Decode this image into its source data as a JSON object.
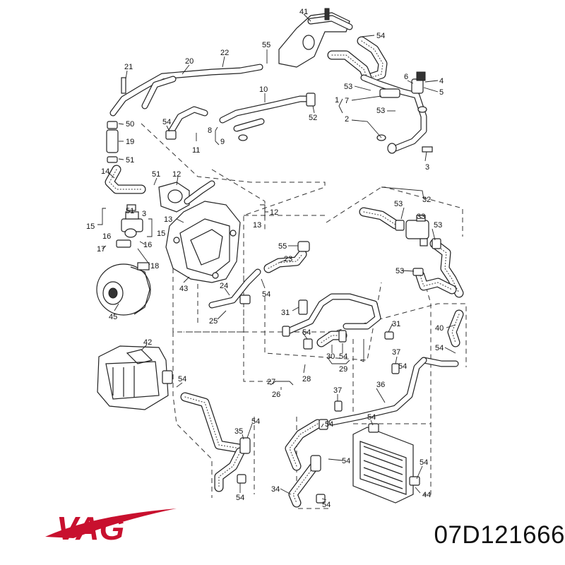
{
  "brand": {
    "name": "VAG",
    "color": "#c8102e"
  },
  "part_number": "07D121666",
  "callouts": [
    {
      "id": "c41",
      "text": "41"
    },
    {
      "id": "c54a",
      "text": "54"
    },
    {
      "id": "c55a",
      "text": "55"
    },
    {
      "id": "c20",
      "text": "20"
    },
    {
      "id": "c22",
      "text": "22"
    },
    {
      "id": "c21",
      "text": "21"
    },
    {
      "id": "c6",
      "text": "6"
    },
    {
      "id": "c4",
      "text": "4"
    },
    {
      "id": "c5",
      "text": "5"
    },
    {
      "id": "c53a",
      "text": "53"
    },
    {
      "id": "c7",
      "text": "7"
    },
    {
      "id": "c1",
      "text": "1"
    },
    {
      "id": "c53b",
      "text": "53"
    },
    {
      "id": "c2",
      "text": "2"
    },
    {
      "id": "c3",
      "text": "3"
    },
    {
      "id": "c10",
      "text": "10"
    },
    {
      "id": "c52",
      "text": "52"
    },
    {
      "id": "c54b",
      "text": "54"
    },
    {
      "id": "c8",
      "text": "8"
    },
    {
      "id": "c9",
      "text": "9"
    },
    {
      "id": "c11",
      "text": "11"
    },
    {
      "id": "c50",
      "text": "50"
    },
    {
      "id": "c19",
      "text": "19"
    },
    {
      "id": "c51a",
      "text": "51"
    },
    {
      "id": "c14",
      "text": "14"
    },
    {
      "id": "c51b",
      "text": "51"
    },
    {
      "id": "c12a",
      "text": "12"
    },
    {
      "id": "c3b",
      "text": "3"
    },
    {
      "id": "c12b",
      "text": "12"
    },
    {
      "id": "c13a",
      "text": "13"
    },
    {
      "id": "c13b",
      "text": "13"
    },
    {
      "id": "c15a",
      "text": "15"
    },
    {
      "id": "c51c",
      "text": "51"
    },
    {
      "id": "c16a",
      "text": "16"
    },
    {
      "id": "c15b",
      "text": "15"
    },
    {
      "id": "c17",
      "text": "17"
    },
    {
      "id": "c16b",
      "text": "16"
    },
    {
      "id": "c18",
      "text": "18"
    },
    {
      "id": "c43",
      "text": "43"
    },
    {
      "id": "c45",
      "text": "45"
    },
    {
      "id": "c55b",
      "text": "55"
    },
    {
      "id": "c23",
      "text": "23"
    },
    {
      "id": "c24",
      "text": "24"
    },
    {
      "id": "c54c",
      "text": "54"
    },
    {
      "id": "c25",
      "text": "25"
    },
    {
      "id": "c32",
      "text": "32"
    },
    {
      "id": "c53c",
      "text": "53"
    },
    {
      "id": "c33",
      "text": "33"
    },
    {
      "id": "c53d",
      "text": "53"
    },
    {
      "id": "c53e",
      "text": "53"
    },
    {
      "id": "c31a",
      "text": "31"
    },
    {
      "id": "c54d",
      "text": "54"
    },
    {
      "id": "c31b",
      "text": "31"
    },
    {
      "id": "c30",
      "text": "30"
    },
    {
      "id": "c54e",
      "text": "54"
    },
    {
      "id": "c29",
      "text": "29"
    },
    {
      "id": "c40",
      "text": "40"
    },
    {
      "id": "c54f",
      "text": "54"
    },
    {
      "id": "c42",
      "text": "42"
    },
    {
      "id": "c27",
      "text": "27"
    },
    {
      "id": "c28",
      "text": "28"
    },
    {
      "id": "c26",
      "text": "26"
    },
    {
      "id": "c37a",
      "text": "37"
    },
    {
      "id": "c54g",
      "text": "54"
    },
    {
      "id": "c36",
      "text": "36"
    },
    {
      "id": "c37b",
      "text": "37"
    },
    {
      "id": "c54h",
      "text": "54"
    },
    {
      "id": "c54i",
      "text": "54"
    },
    {
      "id": "c35",
      "text": "35"
    },
    {
      "id": "c54j",
      "text": "54"
    },
    {
      "id": "c54k",
      "text": "54"
    },
    {
      "id": "c54l",
      "text": "54"
    },
    {
      "id": "c54m",
      "text": "54"
    },
    {
      "id": "c34",
      "text": "34"
    },
    {
      "id": "c54n",
      "text": "54"
    },
    {
      "id": "c44",
      "text": "44"
    },
    {
      "id": "c54o",
      "text": "54"
    }
  ]
}
